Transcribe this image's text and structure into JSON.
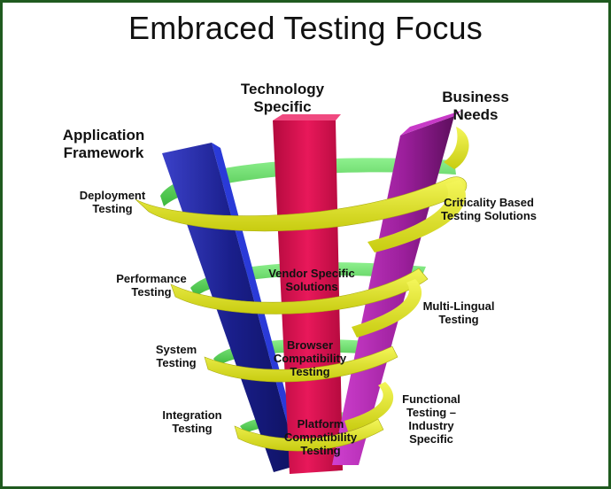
{
  "title": "Embraced Testing Focus",
  "pillars": {
    "application": {
      "line1": "Application",
      "line2": "Framework"
    },
    "technology": {
      "line1": "Technology",
      "line2": "Specific"
    },
    "business": {
      "line1": "Business",
      "line2": "Needs"
    }
  },
  "left_labels": [
    {
      "line1": "Deployment",
      "line2": "Testing"
    },
    {
      "line1": "Performance",
      "line2": "Testing"
    },
    {
      "line1": "System",
      "line2": "Testing"
    },
    {
      "line1": "Integration",
      "line2": "Testing"
    }
  ],
  "right_labels": [
    {
      "line1": "Criticality Based",
      "line2": "Testing Solutions"
    },
    {
      "line1": "Multi-Lingual",
      "line2": "Testing"
    },
    {
      "line1": "Functional",
      "line2": "Testing –",
      "line3": "Industry",
      "line4": "Specific"
    }
  ],
  "center_labels": [
    {
      "line1": "Vendor Specific",
      "line2": "Solutions"
    },
    {
      "line1": "Browser",
      "line2": "Compatibility",
      "line3": "Testing"
    },
    {
      "line1": "Platform",
      "line2": "Compatibility",
      "line3": "Testing"
    }
  ],
  "colors": {
    "border": "#1f5a1f",
    "pillar_blue": "#1a1f8c",
    "pillar_red": "#d8104e",
    "pillar_purple": "#8c1a8c",
    "spiral_yellow": "#e4e826",
    "spiral_green": "#5fd65f"
  }
}
